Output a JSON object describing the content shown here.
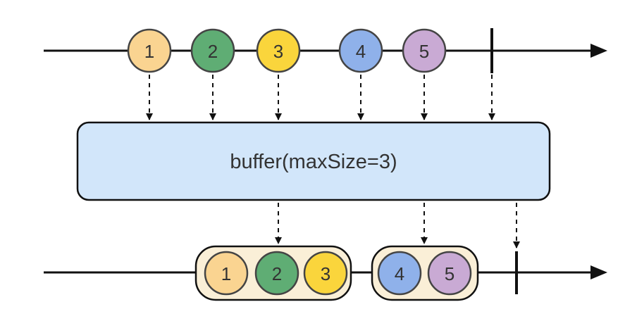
{
  "operator": {
    "label": "buffer(maxSize=3)"
  },
  "input": {
    "marbles": [
      {
        "label": "1",
        "color": "#fad491"
      },
      {
        "label": "2",
        "color": "#5fad74"
      },
      {
        "label": "3",
        "color": "#fad53c"
      },
      {
        "label": "4",
        "color": "#8fb1ea"
      },
      {
        "label": "5",
        "color": "#c9aad4"
      }
    ]
  },
  "output": {
    "groups": [
      {
        "marbles": [
          {
            "label": "1",
            "color": "#fad491"
          },
          {
            "label": "2",
            "color": "#5fad74"
          },
          {
            "label": "3",
            "color": "#fad53c"
          }
        ]
      },
      {
        "marbles": [
          {
            "label": "4",
            "color": "#8fb1ea"
          },
          {
            "label": "5",
            "color": "#c9aad4"
          }
        ]
      }
    ]
  },
  "colors": {
    "line": "#111111",
    "operator_fill": "#d2e6fa",
    "group_fill": "#faefd7",
    "marble_stroke": "#444444"
  }
}
